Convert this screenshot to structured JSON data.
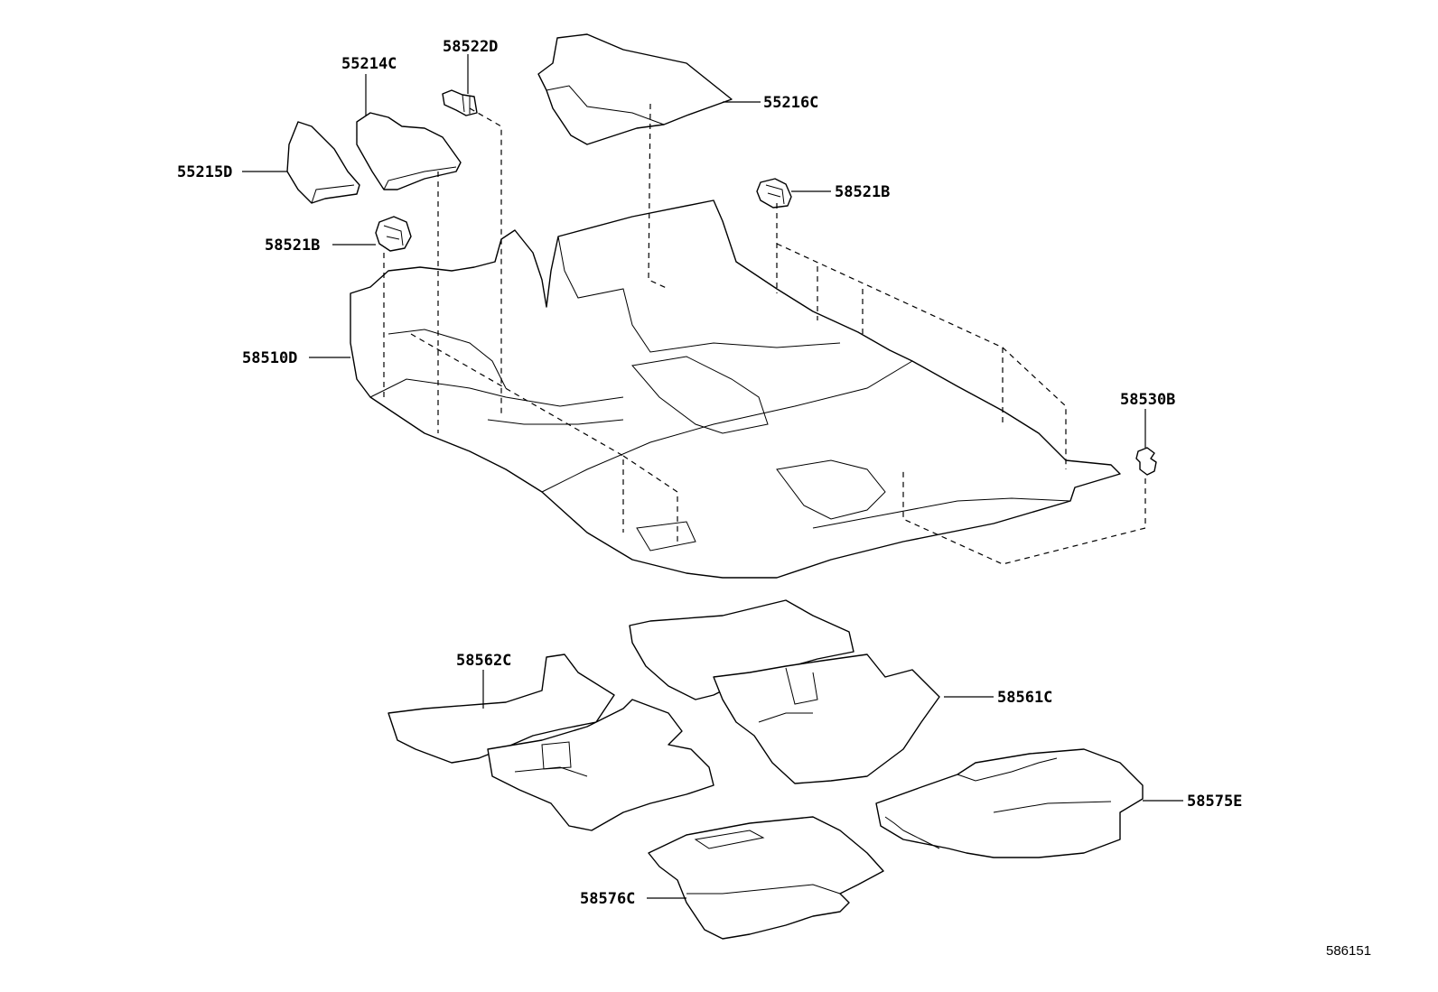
{
  "diagram": {
    "id": "586151",
    "parts": [
      {
        "key": "p55214C",
        "label": "55214C"
      },
      {
        "key": "p58522D",
        "label": "58522D"
      },
      {
        "key": "p55215D",
        "label": "55215D"
      },
      {
        "key": "p55216C",
        "label": "55216C"
      },
      {
        "key": "p58521B_right",
        "label": "58521B"
      },
      {
        "key": "p58521B_left",
        "label": "58521B"
      },
      {
        "key": "p58510D",
        "label": "58510D"
      },
      {
        "key": "p58530B",
        "label": "58530B"
      },
      {
        "key": "p58562C",
        "label": "58562C"
      },
      {
        "key": "p58561C",
        "label": "58561C"
      },
      {
        "key": "p58575E",
        "label": "58575E"
      },
      {
        "key": "p58576C",
        "label": "58576C"
      }
    ]
  }
}
